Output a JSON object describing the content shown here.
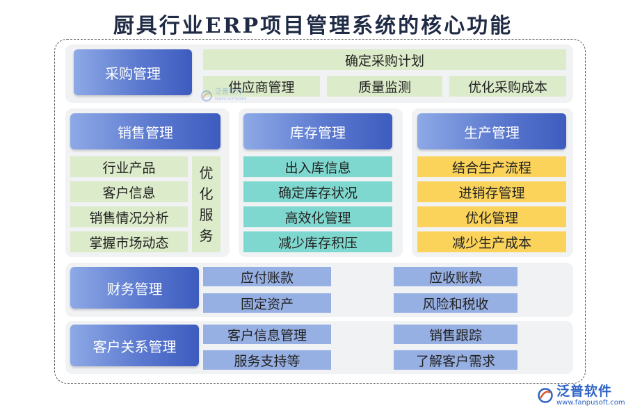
{
  "title": "厨具行业ERP项目管理系统的核心功能",
  "colors": {
    "header_gradient": [
      "#8ea9e6",
      "#3d5cbf"
    ],
    "green": "#dcebc9",
    "teal": "#7fd8cf",
    "yellow": "#fbd35a",
    "blue": "#97b0e4",
    "panel": "#f1f2f4"
  },
  "procurement": {
    "header": "采购管理",
    "top": "确定采购计划",
    "items": [
      "供应商管理",
      "质量监测",
      "优化采购成本"
    ]
  },
  "sales": {
    "header": "销售管理",
    "items": [
      "行业产品",
      "客户信息",
      "销售情况分析",
      "掌握市场动态"
    ],
    "side": [
      "优",
      "化",
      "服",
      "务"
    ]
  },
  "inventory": {
    "header": "库存管理",
    "items": [
      "出入库信息",
      "确定库存状况",
      "高效化管理",
      "减少库存积压"
    ]
  },
  "production": {
    "header": "生产管理",
    "items": [
      "结合生产流程",
      "进销存管理",
      "优化管理",
      "减少生产成本"
    ]
  },
  "finance": {
    "header": "财务管理",
    "items": [
      "应付账款",
      "应收账款",
      "固定资产",
      "风险和税收"
    ]
  },
  "crm": {
    "header": "客户关系管理",
    "items": [
      "客户信息管理",
      "销售跟踪",
      "服务支持等",
      "了解客户需求"
    ]
  },
  "watermark": {
    "name": "泛普软件",
    "sub": "FANPU SOFTWARE"
  },
  "brand": {
    "name": "泛普软件",
    "url": "www.fanpusoft.com",
    "icon": "fanpu-logo-icon"
  }
}
